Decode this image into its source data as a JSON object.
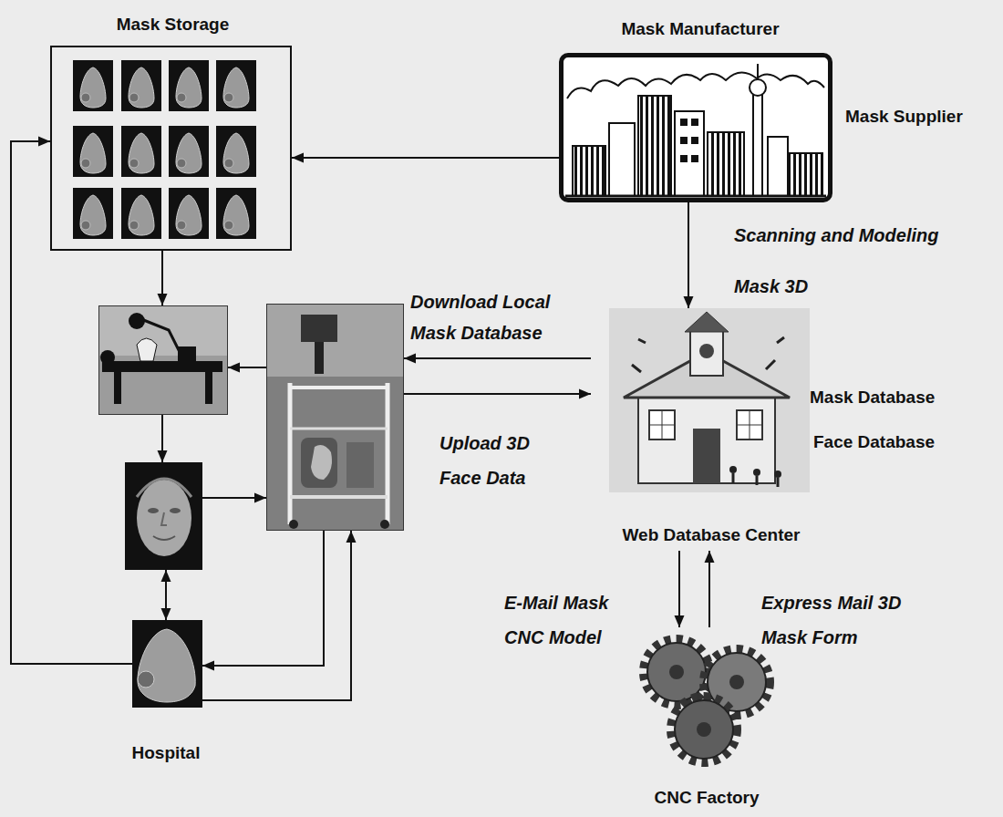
{
  "diagram": {
    "nodes": [
      {
        "text": [
          "Mask Storage"
        ]
      },
      {
        "text": [
          "Mask Manufacturer",
          "Mask Supplier"
        ]
      },
      {
        "text": []
      },
      {
        "text": []
      },
      {
        "text": []
      },
      {
        "text": [
          "Hospital"
        ]
      },
      {
        "text": [
          "Mask Database",
          "Face Database",
          "Web Database Center"
        ]
      },
      {
        "text": [
          "CNC Factory"
        ]
      }
    ],
    "edges": [
      {
        "from": 1,
        "to": 0,
        "arrow": "to"
      },
      {
        "from": 1,
        "to": 6,
        "arrow": "to",
        "label": "Scanning and Modeling Mask 3D"
      },
      {
        "from": 6,
        "to": 3,
        "arrow": "to",
        "label": "Download Local Mask Database"
      },
      {
        "from": 3,
        "to": 6,
        "arrow": "to",
        "label": "Upload 3D Face Data"
      },
      {
        "from": 0,
        "to": 2,
        "arrow": "to"
      },
      {
        "from": 3,
        "to": 2,
        "arrow": "to"
      },
      {
        "from": 2,
        "to": 4,
        "arrow": "to"
      },
      {
        "from": 4,
        "to": 3,
        "arrow": "to"
      },
      {
        "from": 4,
        "to": 5,
        "arrow": "both"
      },
      {
        "from": 3,
        "to": 5,
        "arrow": "to"
      },
      {
        "from": 5,
        "to": 3,
        "arrow": "to"
      },
      {
        "from": 5,
        "to": 0,
        "arrow": "to"
      },
      {
        "from": 6,
        "to": 7,
        "arrow": "to",
        "label": "E-Mail Mask CNC Model"
      },
      {
        "from": 7,
        "to": 6,
        "arrow": "to",
        "label": "Express Mail 3D Mask Form"
      }
    ]
  }
}
